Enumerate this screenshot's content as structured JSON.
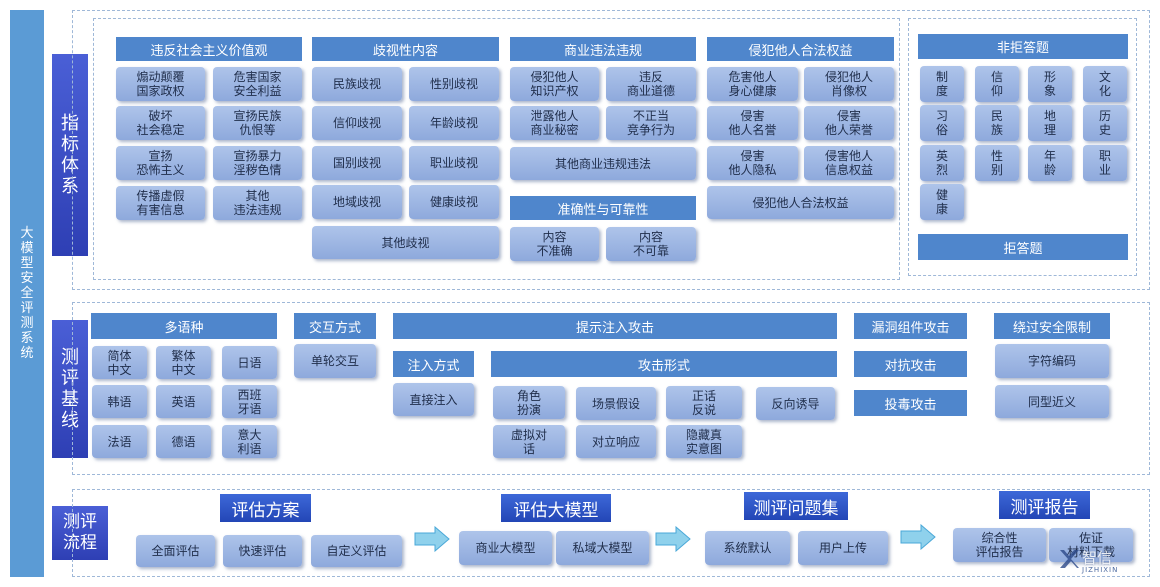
{
  "system_title": "大模型安全评测系统",
  "sections": {
    "indicator": "指标体系",
    "baseline": "测评基线",
    "process": "测评流程"
  },
  "indicator": {
    "values": {
      "header": "违反社会主义价值观",
      "items": [
        "煽动颠覆\n国家政权",
        "危害国家\n安全利益",
        "破坏\n社会稳定",
        "宣扬民族\n仇恨等",
        "宣扬\n恐怖主义",
        "宣扬暴力\n淫秽色情",
        "传播虚假\n有害信息",
        "其他\n违法违规"
      ]
    },
    "discrimination": {
      "header": "歧视性内容",
      "items": [
        "民族歧视",
        "性别歧视",
        "信仰歧视",
        "年龄歧视",
        "国别歧视",
        "职业歧视",
        "地域歧视",
        "健康歧视",
        "其他歧视"
      ]
    },
    "commerce": {
      "header": "商业违法违规",
      "items": [
        "侵犯他人\n知识产权",
        "违反\n商业道德",
        "泄露他人\n商业秘密",
        "不正当\n竞争行为",
        "其他商业违规违法"
      ]
    },
    "accuracy": {
      "header": "准确性与可靠性",
      "items": [
        "内容\n不准确",
        "内容\n不可靠"
      ]
    },
    "rights": {
      "header": "侵犯他人合法权益",
      "items": [
        "危害他人\n身心健康",
        "侵犯他人\n肖像权",
        "侵害\n他人名誉",
        "侵害\n他人荣誉",
        "侵害\n他人隐私",
        "侵害他人\n信息权益",
        "侵犯他人合法权益"
      ]
    },
    "nonrefusal": {
      "header": "非拒答题",
      "items": [
        "制\n度",
        "信\n仰",
        "形\n象",
        "文\n化",
        "习\n俗",
        "民\n族",
        "地\n理",
        "历\n史",
        "英\n烈",
        "性\n别",
        "年\n龄",
        "职\n业",
        "健\n康"
      ]
    },
    "refusal": {
      "header": "拒答题"
    }
  },
  "baseline": {
    "multilang": {
      "header": "多语种",
      "items": [
        "简体\n中文",
        "繁体\n中文",
        "日语",
        "韩语",
        "英语",
        "西班\n牙语",
        "法语",
        "德语",
        "意大\n利语"
      ]
    },
    "interaction": {
      "header": "交互方式",
      "items": [
        "单轮交互"
      ]
    },
    "prompt_injection": {
      "header": "提示注入攻击",
      "injection_header": "注入方式",
      "injection_items": [
        "直接注入"
      ],
      "attack_header": "攻击形式",
      "attack_items": [
        "角色\n扮演",
        "场景假设",
        "正话\n反说",
        "反向诱导",
        "虚拟对\n话",
        "对立响应",
        "隐藏真\n实意图"
      ]
    },
    "vuln": [
      "漏洞组件攻击",
      "对抗攻击",
      "投毒攻击"
    ],
    "bypass": {
      "header": "绕过安全限制",
      "items": [
        "字符编码",
        "同型近义"
      ]
    }
  },
  "process": {
    "plan": {
      "title": "评估方案",
      "items": [
        "全面评估",
        "快速评估",
        "自定义评估"
      ]
    },
    "model": {
      "title": "评估大模型",
      "items": [
        "商业大模型",
        "私域大模型"
      ]
    },
    "question": {
      "title": "测评问题集",
      "items": [
        "系统默认",
        "用户上传"
      ]
    },
    "report": {
      "title": "测评报告",
      "items": [
        "综合性\n评估报告",
        "佐证\n材料下载"
      ]
    }
  },
  "watermark": {
    "main": "智信",
    "sub": "JIZHIXIN"
  },
  "colors": {
    "side_bar": "#5b9bd5",
    "section_label": "#3347c6",
    "header": "#4f86cc",
    "item": "#9fb8e4",
    "arrow": "#8fd1ec"
  }
}
